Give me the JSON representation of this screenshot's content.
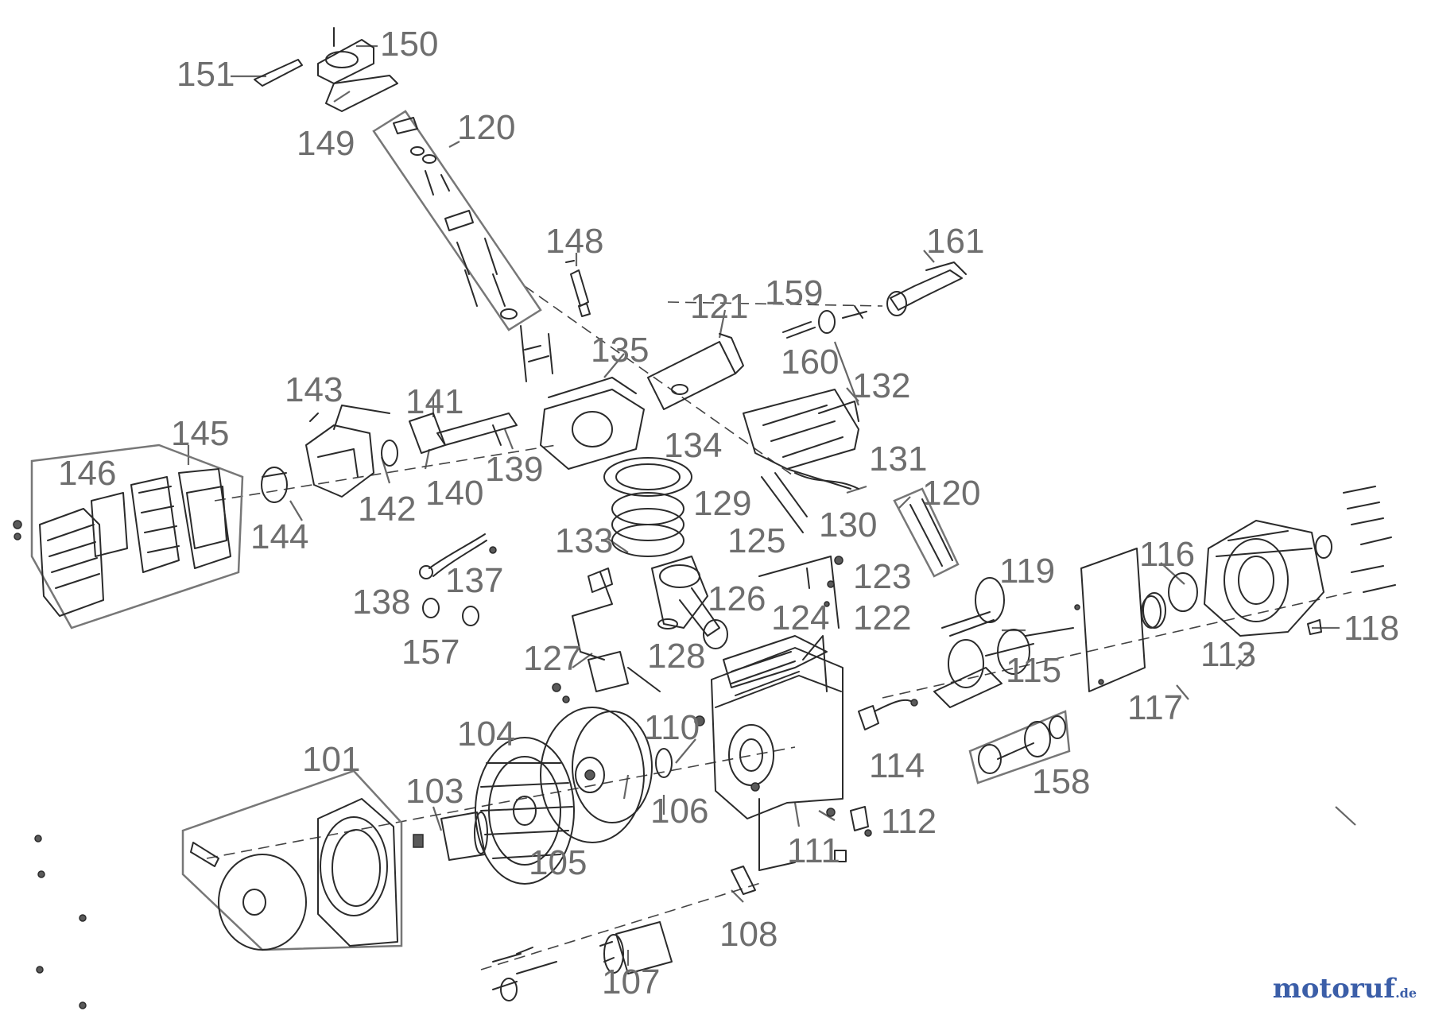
{
  "callouts": {
    "p101": "101",
    "p103": "103",
    "p104": "104",
    "p105": "105",
    "p106": "106",
    "p107": "107",
    "p108": "108",
    "p110": "110",
    "p111": "111",
    "p112": "112",
    "p113": "113",
    "p114": "114",
    "p115": "115",
    "p116": "116",
    "p117": "117",
    "p118": "118",
    "p119": "119",
    "p120a": "120",
    "p120b": "120",
    "p121": "121",
    "p122": "122",
    "p123": "123",
    "p124": "124",
    "p125": "125",
    "p126": "126",
    "p127": "127",
    "p128": "128",
    "p129": "129",
    "p130": "130",
    "p131": "131",
    "p132": "132",
    "p133": "133",
    "p134": "134",
    "p135": "135",
    "p137": "137",
    "p138": "138",
    "p139": "139",
    "p140": "140",
    "p141": "141",
    "p142": "142",
    "p143": "143",
    "p144": "144",
    "p145": "145",
    "p146": "146",
    "p148": "148",
    "p149": "149",
    "p150": "150",
    "p151": "151",
    "p157": "157",
    "p158": "158",
    "p159": "159",
    "p160": "160",
    "p161": "161"
  },
  "watermark": {
    "main": "motoruf",
    "suffix": ".de"
  },
  "colors": {
    "line": "#2b2b2b",
    "label": "#6e6e6e",
    "brand_blue": "#3b5ea8",
    "brand_orange": "#e2a21a"
  }
}
